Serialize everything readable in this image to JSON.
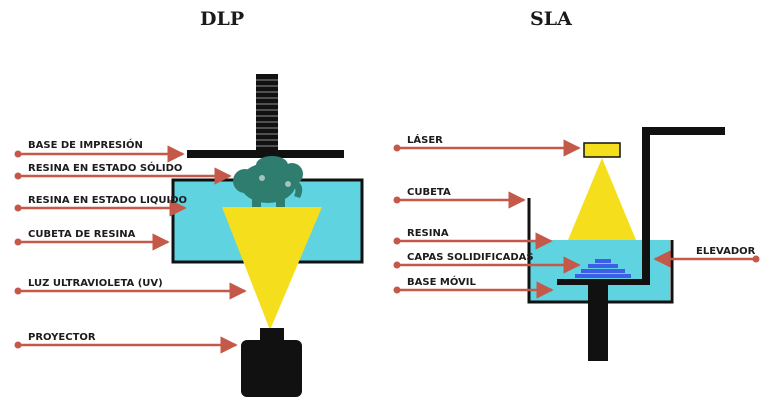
{
  "titles": {
    "dlp": "DLP",
    "sla": "SLA"
  },
  "dlp_labels": {
    "base": "BASE DE IMPRESIÓN",
    "solid": "RESINA EN ESTADO SÓLIDO",
    "liquid": "RESINA EN ESTADO LIQUIDO",
    "vat": "CUBETA DE RESINA",
    "uv": "LUZ ULTRAVIOLETA (UV)",
    "projector": "PROYECTOR"
  },
  "sla_labels": {
    "laser": "LÁSER",
    "vat": "CUBETA",
    "resin": "RESINA",
    "layers": "CAPAS SOLIDIFICADAS",
    "platform": "BASE MÓVIL",
    "elevator": "ELEVADOR"
  },
  "colors": {
    "arrow": "#c4594a",
    "resin": "#5fd3e0",
    "light": "#f5de1b",
    "solid_resin": "#2e7d6e",
    "layers": "#3b5fe6",
    "ink": "#111111"
  }
}
